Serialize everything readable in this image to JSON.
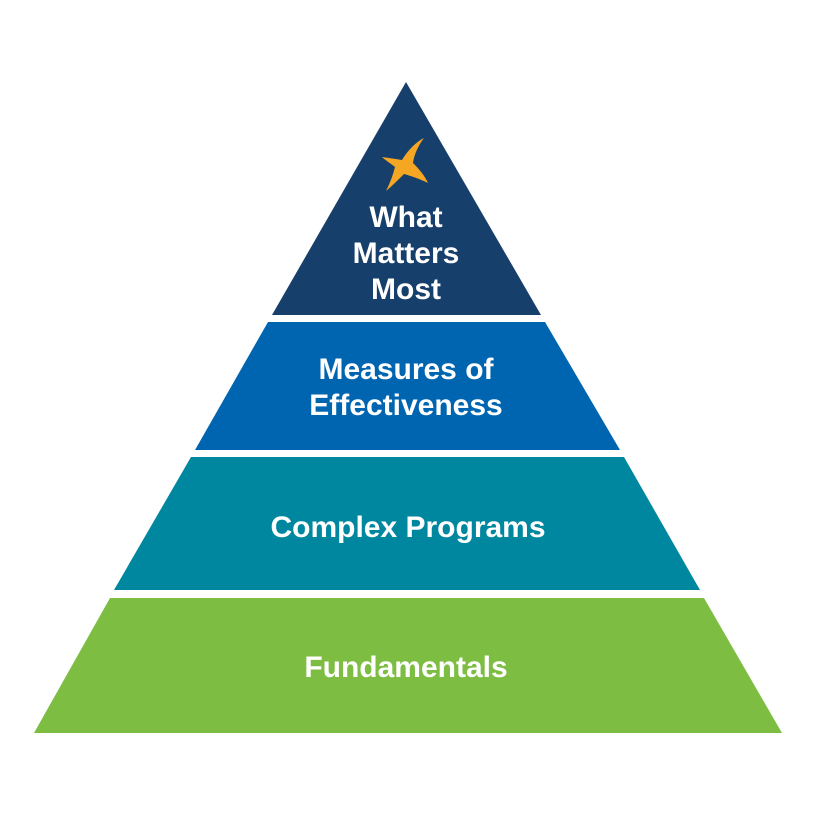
{
  "pyramid": {
    "tiers": [
      {
        "lines": [
          "What",
          "Matters",
          "Most"
        ],
        "color": "#173f6b"
      },
      {
        "lines": [
          "Measures of",
          "Effectiveness"
        ],
        "color": "#0065b0"
      },
      {
        "lines": [
          "Complex Programs"
        ],
        "color": "#0087a0"
      },
      {
        "lines": [
          "Fundamentals"
        ],
        "color": "#7cbd42"
      }
    ],
    "star": {
      "icon": "star-icon",
      "color": "#f5a623"
    }
  }
}
